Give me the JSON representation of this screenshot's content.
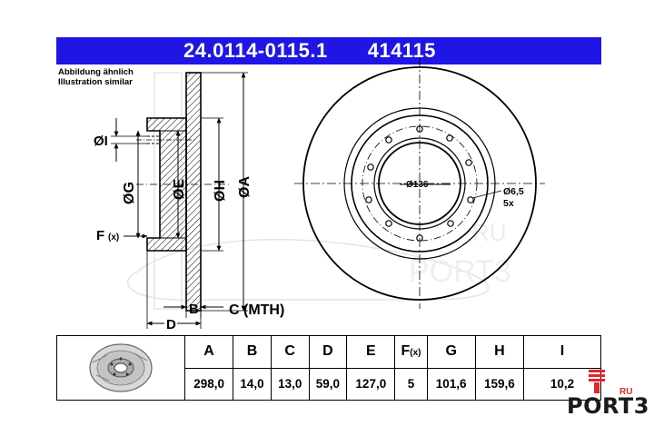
{
  "header": {
    "part_number": "24.0114-0115.1",
    "ref_number": "414115"
  },
  "caption": {
    "line1": "Abbildung ähnlich",
    "line2": "Illustration similar"
  },
  "labels": {
    "I": "ØI",
    "G": "ØG",
    "E": "ØE",
    "H": "ØH",
    "A": "ØA",
    "F": "F",
    "F_x": "(x)",
    "B": "B",
    "C": "C (MTH)",
    "D": "D",
    "hole_circle": "Ø136",
    "hole_size": "Ø6,5",
    "hole_count": "5x"
  },
  "watermark": {
    "text": "RU",
    "text2": "PORT3"
  },
  "table": {
    "headers": [
      "A",
      "B",
      "C",
      "D",
      "E",
      "F",
      "G",
      "H",
      "I"
    ],
    "header_F_suffix": "(x)",
    "values": [
      "298,0",
      "14,0",
      "13,0",
      "59,0",
      "127,0",
      "5",
      "101,6",
      "159,6",
      "10,2"
    ]
  },
  "brand": {
    "name": "PORT3",
    "tld": "RU",
    "accent_color": "#e3262b"
  },
  "colors": {
    "header_bg": "#1f16e6",
    "header_text": "#ffffff"
  }
}
